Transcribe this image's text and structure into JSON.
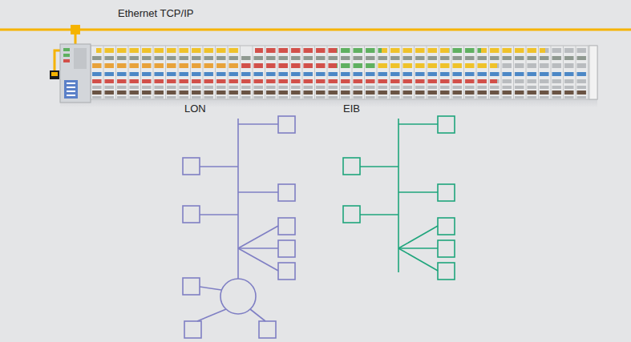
{
  "diagram": {
    "labels": [
      "Ethernet TCP/IP",
      "LON",
      "EIB"
    ]
  }
}
